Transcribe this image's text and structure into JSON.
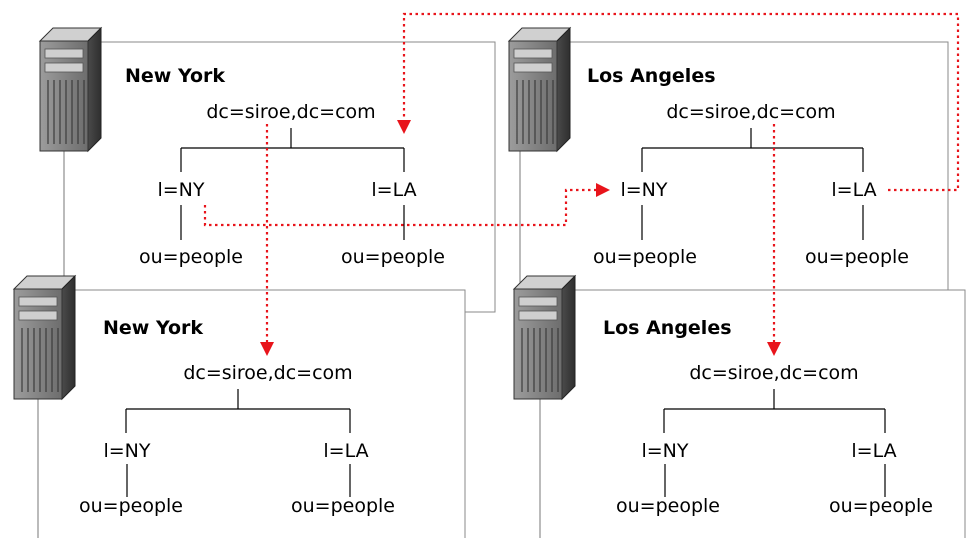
{
  "colors": {
    "replication_arrow": "#e8141b",
    "frame_border": "#8a8a8a",
    "server_body": "#7a7a7a"
  },
  "servers": [
    {
      "name": "New York",
      "icon": "server-tower-icon",
      "tree": {
        "root": "dc=siroe,dc=com",
        "left": "l=NY",
        "right": "l=LA",
        "left_child": "ou=people",
        "right_child": "ou=people"
      }
    },
    {
      "name": "Los Angeles",
      "icon": "server-tower-icon",
      "tree": {
        "root": "dc=siroe,dc=com",
        "left": "l=NY",
        "right": "l=LA",
        "left_child": "ou=people",
        "right_child": "ou=people"
      }
    },
    {
      "name": "New York",
      "icon": "server-tower-icon",
      "tree": {
        "root": "dc=siroe,dc=com",
        "left": "l=NY",
        "right": "l=LA",
        "left_child": "ou=people",
        "right_child": "ou=people"
      }
    },
    {
      "name": "Los Angeles",
      "icon": "server-tower-icon",
      "tree": {
        "root": "dc=siroe,dc=com",
        "left": "l=NY",
        "right": "l=LA",
        "left_child": "ou=people",
        "right_child": "ou=people"
      }
    }
  ]
}
